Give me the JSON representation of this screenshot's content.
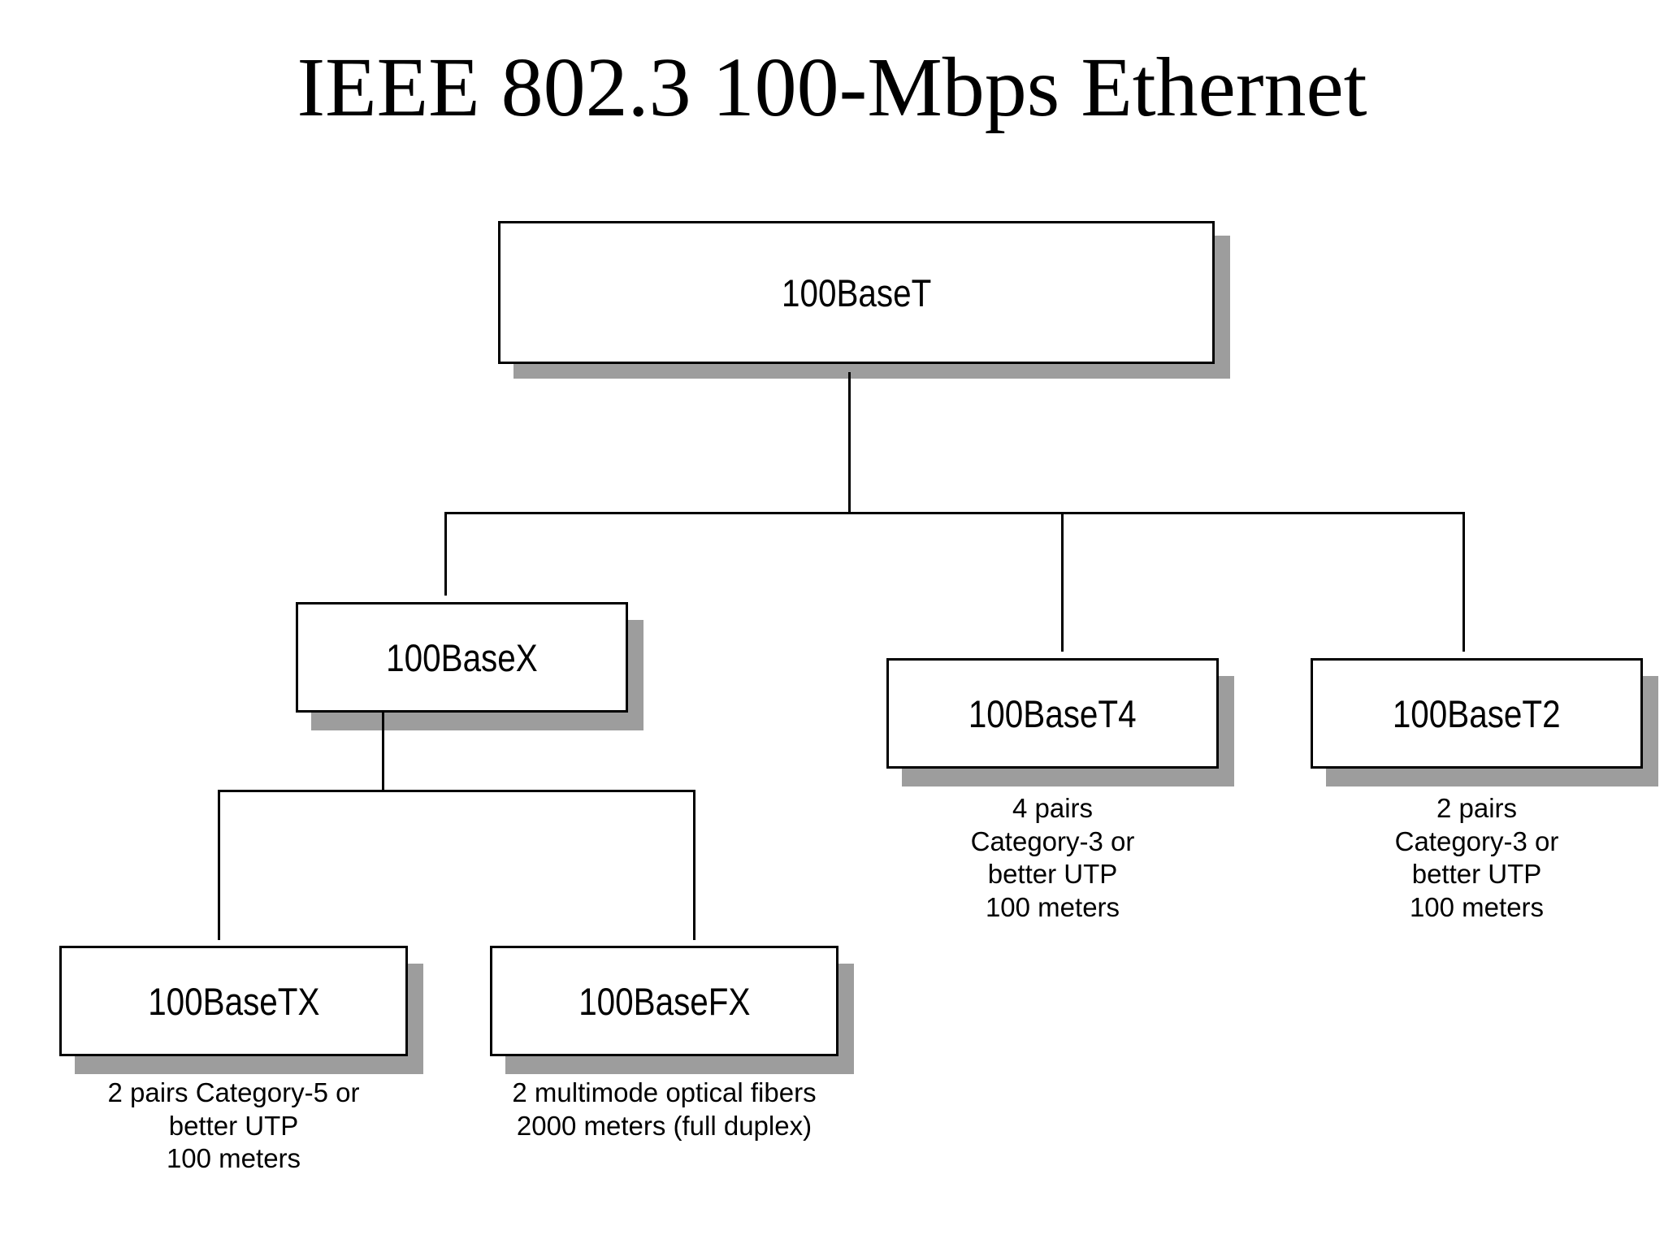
{
  "title": "IEEE 802.3 100-Mbps Ethernet",
  "diagram": {
    "type": "tree",
    "root": "100BaseT",
    "nodes": [
      {
        "id": "100baset",
        "label": "100BaseT",
        "parent": null
      },
      {
        "id": "100basex",
        "label": "100BaseX",
        "parent": "100baset"
      },
      {
        "id": "100baset4",
        "label": "100BaseT4",
        "parent": "100baset"
      },
      {
        "id": "100baset2",
        "label": "100BaseT2",
        "parent": "100baset"
      },
      {
        "id": "100basetx",
        "label": "100BaseTX",
        "parent": "100basex"
      },
      {
        "id": "100basefx",
        "label": "100BaseFX",
        "parent": "100basex"
      }
    ],
    "annotations": {
      "100baset4": "4 pairs\nCategory-3 or\nbetter UTP\n100 meters",
      "100baset2": "2 pairs\nCategory-3 or\nbetter UTP\n100 meters",
      "100basetx": "2 pairs Category-5 or\nbetter UTP\n100 meters",
      "100basefx": "2 multimode optical fibers\n2000 meters (full duplex)"
    },
    "colors": {
      "background": "#ffffff",
      "box_fill": "#ffffff",
      "box_border": "#000000",
      "box_shadow": "#9d9d9d",
      "connector": "#000000",
      "text": "#000000"
    }
  }
}
